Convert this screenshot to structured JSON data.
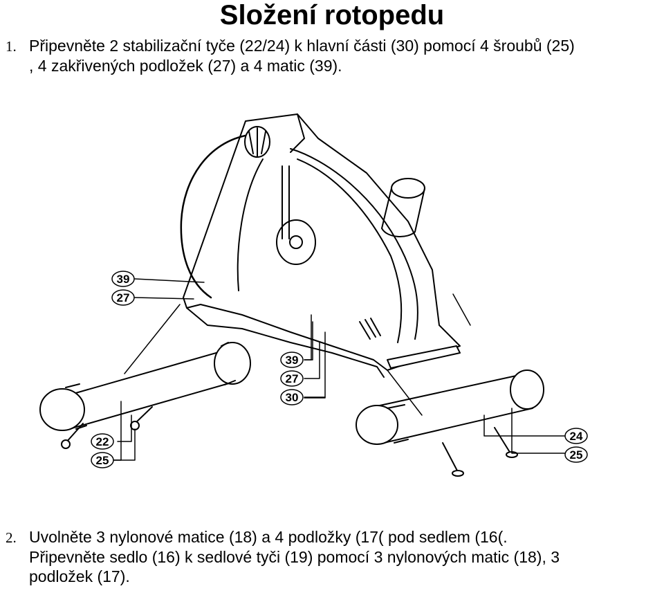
{
  "title": "Složení rotopedu",
  "steps": [
    {
      "number": "1.",
      "line1": "Připevněte 2 stabilizační tyče (22/24) k hlavní části (30) pomocí 4 šroubů (25)",
      "line2": ", 4 zakřivených podložek (27) a 4 matic (39)."
    },
    {
      "number": "2.",
      "line1": "Uvolněte 3 nylonové matice (18) a 4 podložky (17( pod sedlem (16(.",
      "line2": "Připevněte sedlo (16) k sedlové tyči (19) pomocí 3 nylonových matic (18), 3",
      "line3": "podložek (17)."
    }
  ],
  "diagram": {
    "callouts": [
      "39",
      "27",
      "39",
      "27",
      "30",
      "22",
      "25",
      "24",
      "25"
    ]
  }
}
